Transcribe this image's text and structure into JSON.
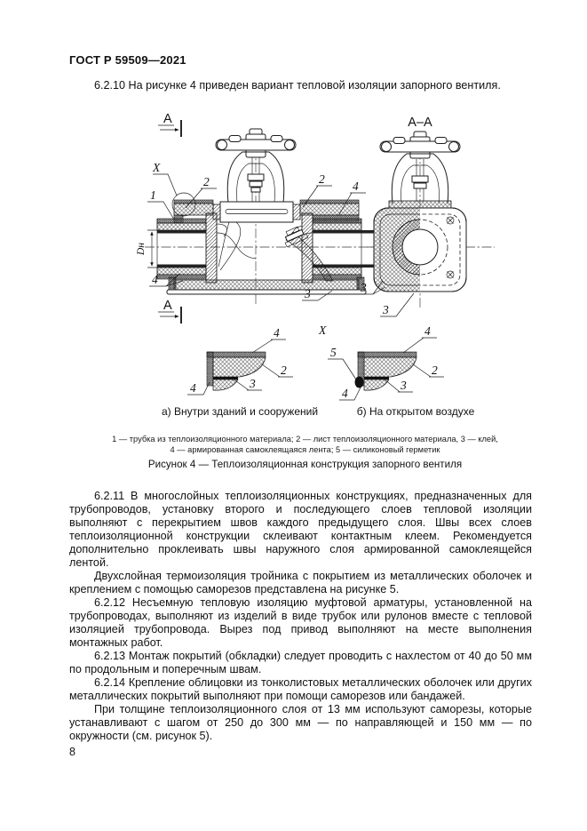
{
  "doc": {
    "header": "ГОСТ Р 59509—2021",
    "page_number": "8"
  },
  "intro": "6.2.10  На рисунке 4 приведен вариант тепловой изоляции запорного вентиля.",
  "figure": {
    "section_label": "А",
    "section_view_title": "А–А",
    "detail_label": "X",
    "dimension_label": "Dн",
    "callout_1": "1",
    "callout_2": "2",
    "callout_3": "3",
    "callout_4": "4",
    "callout_5": "5",
    "subcaption_a": "а) Внутри зданий и сооружений",
    "subcaption_b": "б) На открытом воздухе",
    "legend_line_1": "1 — трубка из теплоизоляционного материала; 2 — лист теплоизоляционного материала, 3 — клей,",
    "legend_line_2": "4 — армированная самоклеящаяся лента; 5 — силиконовый герметик",
    "caption": "Рисунок 4 — Теплоизоляционная конструкция запорного вентиля"
  },
  "body": {
    "p1": "6.2.11  В многослойных теплоизоляционных конструкциях, предназначенных для трубопроводов, установку второго и последующего слоев тепловой изоляции выполняют с перекрытием швов каждого предыдущего слоя. Швы всех слоев теплоизоляционной конструкции склеивают контактным клеем. Рекомендуется дополнительно проклеивать швы наружного слоя армированной самоклеящейся лентой.",
    "p2": "Двухслойная термоизоляция тройника с покрытием из металлических оболочек и креплением с помощью саморезов представлена на рисунке 5.",
    "p3": "6.2.12  Несъемную тепловую изоляцию муфтовой арматуры, установленной на трубопроводах, выполняют из изделий в виде трубок или рулонов вместе с тепловой изоляцией трубопровода. Вырез под привод выполняют на месте выполнения монтажных работ.",
    "p4": "6.2.13  Монтаж покрытий (обкладки) следует проводить с нахлестом от 40 до 50 мм по продольным и поперечным швам.",
    "p5": "6.2.14  Крепление облицовки из тонколистовых металлических оболочек или других металлических покрытий выполняют при помощи саморезов или бандажей.",
    "p6": "При толщине теплоизоляционного слоя от 13 мм используют саморезы, которые устанавливают с шагом от 250 до 300 мм — по направляющей и 150 мм — по окружности (см. рисунок 5)."
  }
}
